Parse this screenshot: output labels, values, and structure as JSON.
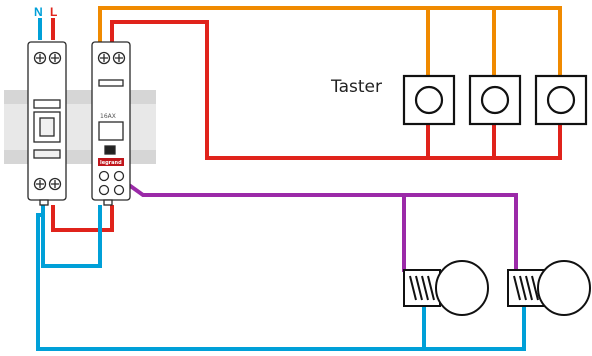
{
  "labels": {
    "neutral": "N",
    "line": "L",
    "push_buttons": "Taster",
    "relay_rating": "16AX",
    "brand": "legrand"
  },
  "colors": {
    "neutral": "#00a0d8",
    "line": "#e0231b",
    "control": "#f08a00",
    "lamp_feed": "#9b2aa8",
    "din_rail": "#d4d4d4",
    "device_outline": "#2a2a2a"
  },
  "components": {
    "breaker": "circuit-breaker",
    "relay": "impulse-relay",
    "push_button_count": 3,
    "lamp_count": 2
  }
}
